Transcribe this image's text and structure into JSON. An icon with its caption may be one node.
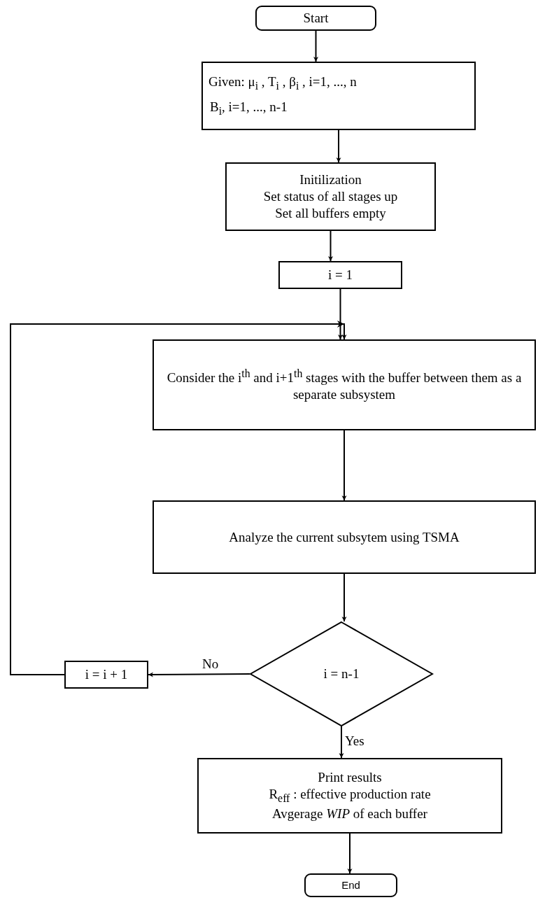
{
  "diagram": {
    "nodes": [
      {
        "text": [
          "Start"
        ]
      },
      {
        "text": [
          "Given: μ$_{i}$ , T$_{i}$ , β$_{i}$ , i=1, ..., n",
          "B$_{i}$, i=1, ..., n-1"
        ]
      },
      {
        "text": [
          "Initilization",
          "Set status of all stages up",
          "Set all buffers empty"
        ]
      },
      {
        "text": [
          "i = 1"
        ]
      },
      {
        "text": [
          "Consider the i$^{th}$ and i+1$^{th}$ stages with the buffer between them as a separate subsystem"
        ]
      },
      {
        "text": [
          "Analyze the current subsytem using TSMA"
        ]
      },
      {
        "text": [
          "i = n-1"
        ]
      },
      {
        "text": [
          "i = i + 1"
        ]
      },
      {
        "text": [
          "Print results",
          "R$_{eff}$ : effective production rate",
          "Avgerage *WIP* of each buffer"
        ]
      },
      {
        "text": [
          "End"
        ]
      }
    ],
    "edges": [
      {
        "from": 0,
        "to": 1,
        "arrow": "to"
      },
      {
        "from": 1,
        "to": 2,
        "arrow": "to"
      },
      {
        "from": 2,
        "to": 3,
        "arrow": "to"
      },
      {
        "from": 3,
        "to": 4,
        "arrow": "to"
      },
      {
        "from": 4,
        "to": 5,
        "arrow": "to"
      },
      {
        "from": 5,
        "to": 6,
        "arrow": "to"
      },
      {
        "from": 6,
        "to": 7,
        "arrow": "to",
        "label": "No"
      },
      {
        "from": 7,
        "to": 4,
        "arrow": "to"
      },
      {
        "from": 6,
        "to": 8,
        "arrow": "to",
        "label": "Yes"
      },
      {
        "from": 8,
        "to": 9,
        "arrow": "to"
      }
    ]
  }
}
